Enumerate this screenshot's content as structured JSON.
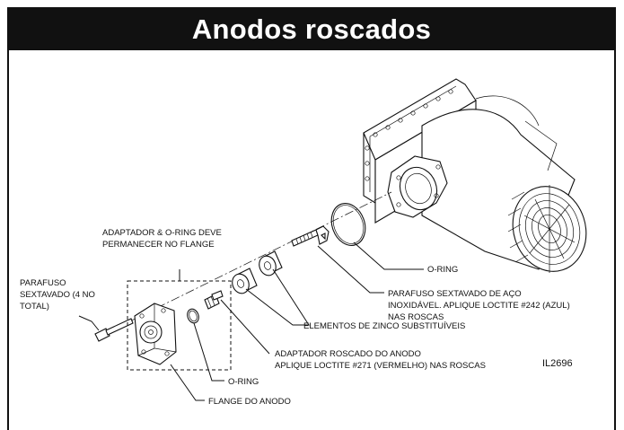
{
  "title": "Anodos roscados",
  "labels": {
    "adapter_note_1": "ADAPTADOR & O-RING DEVE",
    "adapter_note_2": "PERMANECER NO FLANGE",
    "bolt_1": "PARAFUSO",
    "bolt_2": "SEXTAVADO (4 NO",
    "bolt_3": "TOTAL)",
    "oring_upper": "O-RING",
    "hex_screw_1": "PARAFUSO SEXTAVADO DE AÇO",
    "hex_screw_2": "INOXIDÁVEL. APLIQUE LOCTITE #242 (AZUL)",
    "hex_screw_3": "NAS ROSCAS",
    "zinc": "ELEMENTOS DE ZINCO SUBSTITUÍVEIS",
    "adapter_1": "ADAPTADOR ROSCADO DO ANODO",
    "adapter_2": "APLIQUE LOCTITE #271 (VERMELHO) NAS ROSCAS",
    "oring_lower": "O-RING",
    "flange": "FLANGE DO ANODO",
    "figure_code": "IL2696"
  }
}
